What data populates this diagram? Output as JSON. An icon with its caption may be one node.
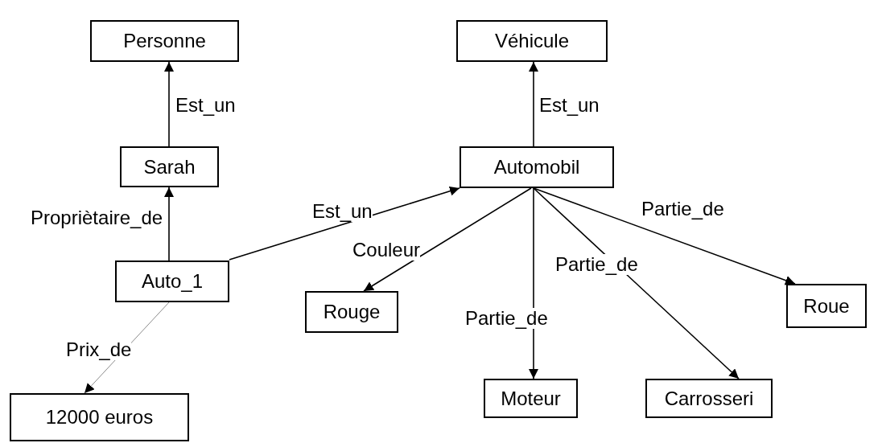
{
  "diagram": {
    "nodes": [
      {
        "text": [
          "Personne"
        ]
      },
      {
        "text": [
          "Véhicule"
        ]
      },
      {
        "text": [
          "Sarah"
        ]
      },
      {
        "text": [
          "Automobil"
        ]
      },
      {
        "text": [
          "Auto_1"
        ]
      },
      {
        "text": [
          "Rouge"
        ]
      },
      {
        "text": [
          "Roue"
        ]
      },
      {
        "text": [
          "Moteur"
        ]
      },
      {
        "text": [
          "Carrosseri"
        ]
      },
      {
        "text": [
          "12000 euros"
        ]
      }
    ],
    "edges": [
      {
        "from": 2,
        "to": 0,
        "arrow": "to",
        "label": "Est_un"
      },
      {
        "from": 3,
        "to": 1,
        "arrow": "to",
        "label": "Est_un"
      },
      {
        "from": 4,
        "to": 2,
        "arrow": "to",
        "label": "Propriètaire_de"
      },
      {
        "from": 4,
        "to": 3,
        "arrow": "to",
        "label": "Est_un"
      },
      {
        "from": 3,
        "to": 5,
        "arrow": "to",
        "label": "Couleur"
      },
      {
        "from": 3,
        "to": 7,
        "arrow": "to",
        "label": "Partie_de"
      },
      {
        "from": 3,
        "to": 8,
        "arrow": "to",
        "label": "Partie_de"
      },
      {
        "from": 3,
        "to": 6,
        "arrow": "to",
        "label": "Partie_de"
      },
      {
        "from": 4,
        "to": 9,
        "arrow": "to",
        "label": "Prix_de",
        "color": "#8c8c8c"
      }
    ]
  }
}
